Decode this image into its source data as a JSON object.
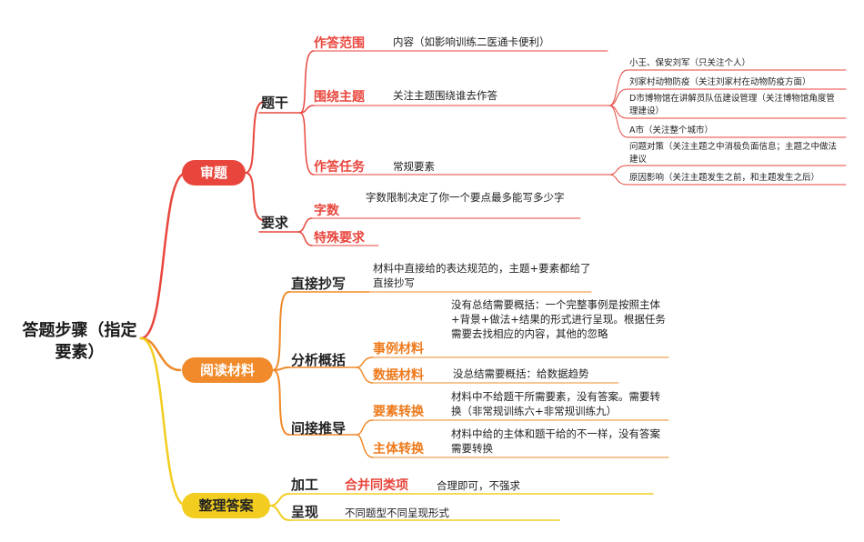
{
  "root": "答题步骤（指定要素）",
  "branches": {
    "shenti": {
      "label": "审题",
      "tigan": {
        "label": "题干",
        "zuoda_fanwei": {
          "label": "作答范围",
          "note": "内容（如影响训练二医通卡便利）"
        },
        "weirao_zhuti": {
          "label": "围绕主题",
          "note": "关注主题围绕谁去作答",
          "items": [
            "小王、保安刘军（只关注个人）",
            "刘家村动物防疫（关注刘家村在动物防疫方面）",
            "D市博物馆在讲解员队伍建设管理（关注博物馆角度管理建设）",
            "A市（关注整个城市）"
          ]
        },
        "zuoda_renwu": {
          "label": "作答任务",
          "note": "常规要素",
          "items": [
            "问题对策（关注主题之中消极负面信息；主题之中做法建议",
            "原因影响（关注主题发生之前，和主题发生之后）"
          ]
        }
      },
      "yaoqiu": {
        "label": "要求",
        "zishu": {
          "label": "字数",
          "note": "字数限制决定了你一个要点最多能写多少字"
        },
        "teshu": {
          "label": "特殊要求"
        }
      }
    },
    "yuedu": {
      "label": "阅读材料",
      "zhijie": {
        "label": "直接抄写",
        "note": "材料中直接给的表达规范的，主题+要素都给了直接抄写"
      },
      "fenxi": {
        "label": "分析概括",
        "shili": {
          "label": "事例材料",
          "note": "没有总结需要概括：一个完整事例是按照主体+背景+做法+结果的形式进行呈现。根据任务需要去找相应的内容，其他的忽略"
        },
        "shuju": {
          "label": "数据材料",
          "note": "没总结需要概括：给数据趋势"
        }
      },
      "jianjie": {
        "label": "间接推导",
        "yaosu": {
          "label": "要素转换",
          "note": "材料中不给题干所需要素，没有答案。需要转换（非常规训练六+非常规训练九）"
        },
        "zhuti": {
          "label": "主体转换",
          "note": "材料中给的主体和题干给的不一样，没有答案需要转换"
        }
      }
    },
    "zhengli": {
      "label": "整理答案",
      "jiagong": {
        "label": "加工",
        "hebing": {
          "label": "合并同类项",
          "note": "合理即可，不强求"
        }
      },
      "chengxian": {
        "label": "呈现",
        "note": "不同题型不同呈现形式"
      }
    }
  },
  "colors": {
    "red": "#e8463d",
    "orange": "#f08a2a",
    "yellow": "#f2cd1f"
  }
}
